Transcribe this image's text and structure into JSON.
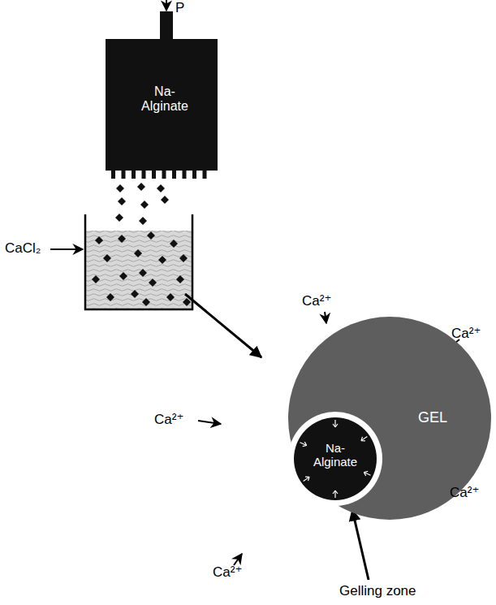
{
  "diagram": {
    "nodes": [
      {
        "text": [
          "Na- Alginate"
        ]
      },
      {
        "text": [
          "GEL"
        ]
      },
      {
        "text": [
          "Na- Alginate"
        ],
        "in": 1
      }
    ],
    "labels": [
      "P",
      "CaCl₂",
      "Ca²⁺",
      "Ca²⁺",
      "Ca²⁺",
      "Ca²⁺",
      "Ca²⁺",
      "Gelling zone"
    ]
  }
}
